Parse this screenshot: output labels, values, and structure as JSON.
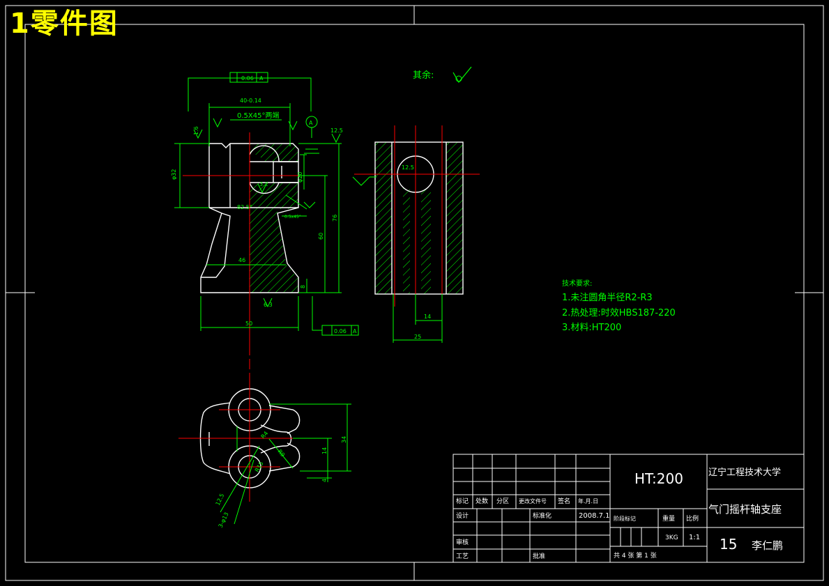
{
  "header": {
    "title": "1零件图"
  },
  "colors": {
    "background": "#000000",
    "frame": "#ffffff",
    "outline": "#ffffff",
    "dimension": "#00ff00",
    "centerline": "#ff0000",
    "title": "#ffff00"
  },
  "roughness_note": {
    "label": "其余:",
    "value": ""
  },
  "front_view": {
    "tolerance_top": "0.06",
    "datum_top": "A",
    "dim_top_width": "40-0.14",
    "chamfer": "0.5X45°两端",
    "datum_circle": "A",
    "dim_phi32": "φ32",
    "dim_phi20": "φ20",
    "dim_82_5": "82.5°",
    "dim_0_5x45": "0.5x45°",
    "dim_60": "60",
    "dim_76": "76",
    "dim_46": "46",
    "dim_8": "8",
    "dim_50": "50",
    "roughness_12_5": "12.5",
    "roughness_6_3": "6.3",
    "roughness_3_2": "3.2",
    "roughness_1_6": "1.6",
    "tolerance_bottom": "0.06",
    "datum_bottom": "A"
  },
  "side_view": {
    "dim_14": "14",
    "dim_25": "25",
    "roughness_12_5": "12.5"
  },
  "top_view": {
    "dim_34": "34",
    "dim_14": "14",
    "dim_4": "4",
    "dim_r9": "R9",
    "dim_r4": "R4",
    "dim_r15": "R15",
    "dim_12_5": "12.5",
    "dim_3xphi13": "3-φ13"
  },
  "tech_requirements": {
    "heading": "技术要求:",
    "items": [
      "1.未注圆角半径R2-R3",
      "2.热处理:时效HBS187-220",
      "3.材料:HT200"
    ]
  },
  "title_block": {
    "material": "HT:200",
    "school": "辽宁工程技术大学",
    "part_name": "气门摇杆轴支座",
    "number": "15",
    "author": "李仁鹏",
    "date": "2008.7.1",
    "scale": "1:1",
    "weight": "3KG",
    "labels": {
      "mark": "标记",
      "count": "处数",
      "zone": "分区",
      "doc_no": "更改文件号",
      "sign": "签名",
      "ymd": "年.月.日",
      "designer": "设计",
      "standard": "标准化",
      "checker": "审核",
      "process": "工艺",
      "approve": "批准",
      "stage_mark": "阶段标记",
      "weight_label": "重量",
      "scale_label": "比例",
      "sheets": "共 4 张  第 1 张"
    }
  }
}
